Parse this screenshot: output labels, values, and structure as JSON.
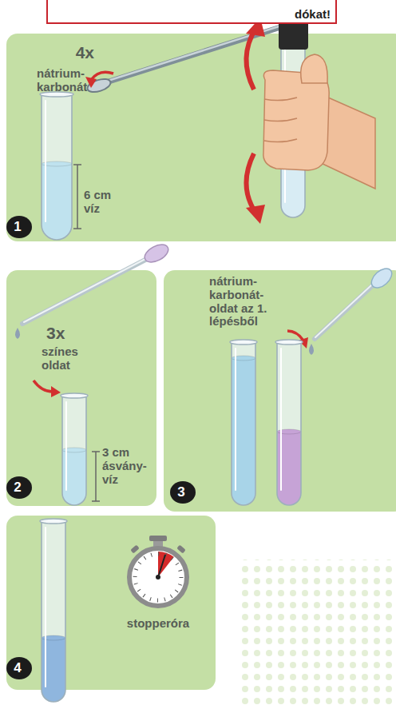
{
  "diagram": {
    "nodes": [
      {
        "text": [
          "dókat!"
        ]
      },
      {
        "text": [
          "4x",
          "nátrium- karbonát",
          "6 cm víz"
        ]
      },
      {
        "text": [
          "1"
        ],
        "in": 1
      },
      {
        "text": [
          "3x",
          "színes oldat",
          "3 cm ásvány- víz"
        ]
      },
      {
        "text": [
          "2"
        ],
        "in": 3
      },
      {
        "text": [
          "nátrium- karbonát- oldat az 1. lépésből"
        ]
      },
      {
        "text": [
          "3"
        ],
        "in": 5
      },
      {
        "text": [
          "stopperóra"
        ]
      },
      {
        "text": [
          "4"
        ],
        "in": 7
      }
    ]
  }
}
